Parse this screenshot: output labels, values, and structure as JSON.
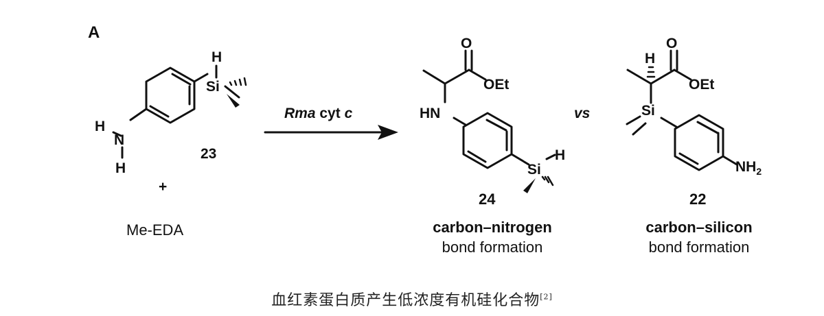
{
  "panel_label": "A",
  "reactants": {
    "compound_number": "23",
    "plus": "+",
    "reagent": "Me-EDA",
    "atoms": {
      "h_top": "H",
      "si": "Si",
      "n_h_top": "H",
      "n": "N",
      "n_h_bottom": "H"
    }
  },
  "arrow": {
    "catalyst_italic": "Rma",
    "catalyst_rest": " cyt ",
    "catalyst_c": "c"
  },
  "product_24": {
    "number": "24",
    "atoms": {
      "o": "O",
      "oet": "OEt",
      "hn": "HN",
      "si": "Si",
      "h": "H"
    },
    "bond_type": "carbon–nitrogen",
    "formation": "bond formation"
  },
  "vs": "vs",
  "product_22": {
    "number": "22",
    "atoms": {
      "h": "H",
      "o": "O",
      "oet": "OEt",
      "si": "Si",
      "nh": "NH",
      "sub2": "2"
    },
    "bond_type": "carbon–silicon",
    "formation": "bond formation"
  },
  "caption": {
    "text": "血红素蛋白质产生低浓度有机硅化合物",
    "ref": "[2]"
  }
}
